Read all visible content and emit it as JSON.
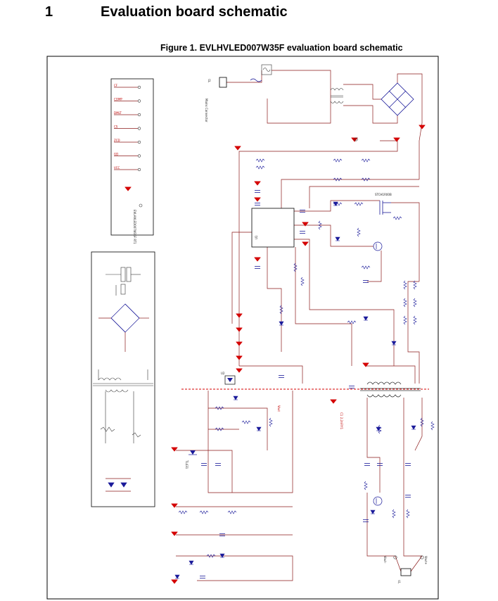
{
  "section": {
    "number": "1",
    "title": "Evaluation board schematic"
  },
  "figure": {
    "caption": "Figure 1. EVLHVLED007W35F evaluation board schematic"
  },
  "colors": {
    "wire": "#8b1a1a",
    "ground": "#d40000",
    "label": "#c00000",
    "component": "#1a1a9a",
    "frame": "#000000"
  },
  "connector_nets": [
    "CF",
    "COMP",
    "DMLT",
    "CS",
    "ZCD",
    "GD",
    "VCC"
  ],
  "labels": {
    "mains_connector": "Mains Connector",
    "main_controller": "STCH1R00B",
    "ic_ref": "U1",
    "aux_ic": "TL431",
    "vout_plus": "Vout+",
    "vout_minus": "Vout-",
    "output_connector": "J1",
    "y_cap": "C1 2.2nF/Y1",
    "opto": "U2",
    "vout": "Vout"
  }
}
